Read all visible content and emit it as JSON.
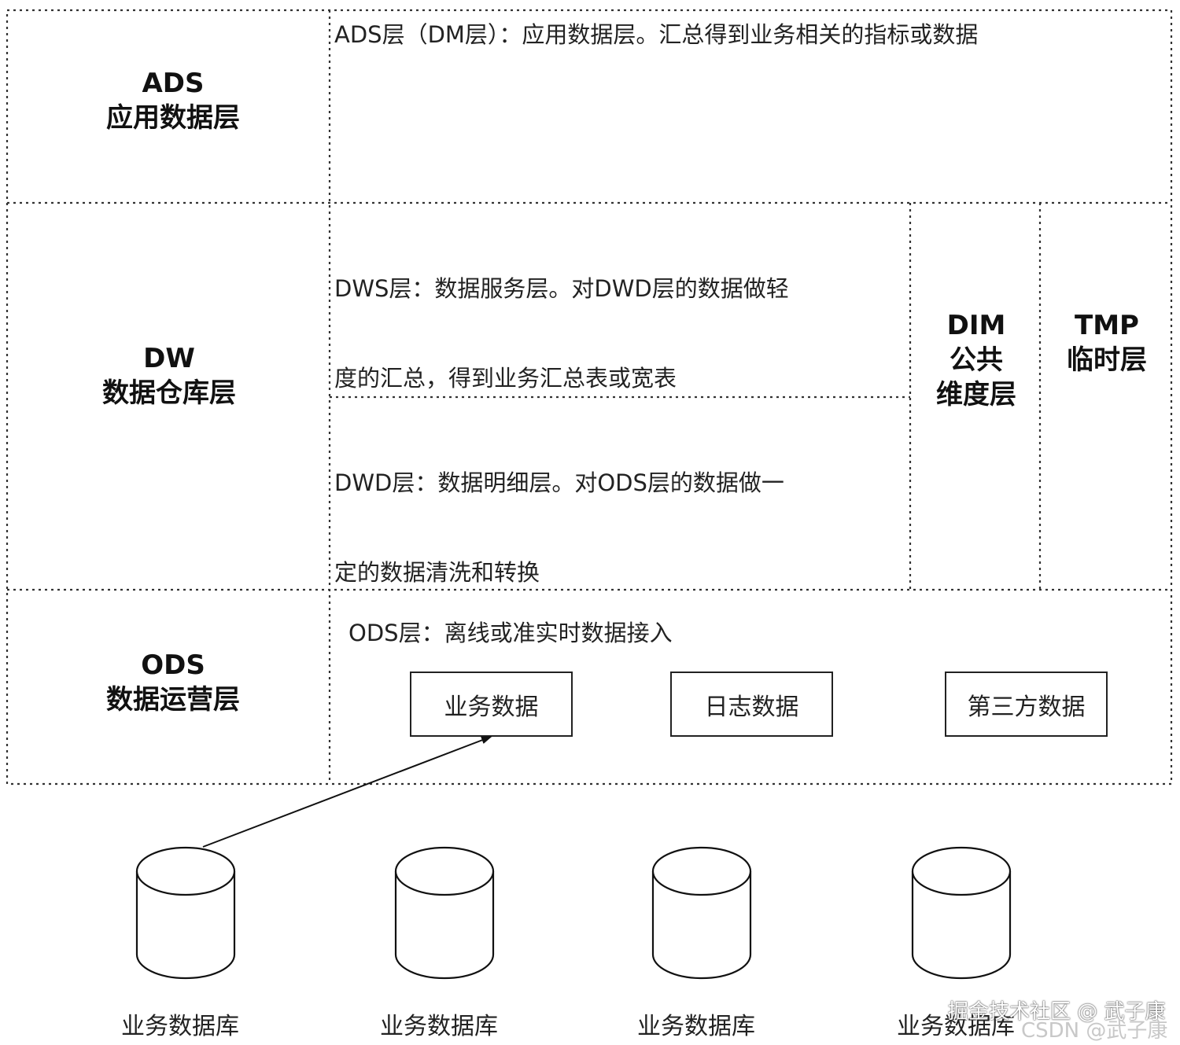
{
  "layers": {
    "ads": {
      "code": "ADS",
      "name": "应用数据层",
      "desc": "ADS层（DM层）：应用数据层。汇总得到业务相关的指标或数据"
    },
    "dw": {
      "code": "DW",
      "name": "数据仓库层"
    },
    "dws": {
      "desc_line1": "DWS层：数据服务层。对DWD层的数据做轻",
      "desc_line2": "度的汇总，得到业务汇总表或宽表"
    },
    "dwd": {
      "desc_line1": "DWD层：数据明细层。对ODS层的数据做一",
      "desc_line2": "定的数据清洗和转换"
    },
    "dim": {
      "code": "DIM",
      "name_line1": "公共",
      "name_line2": "维度层"
    },
    "tmp": {
      "code": "TMP",
      "name": "临时层"
    },
    "ods": {
      "code": "ODS",
      "name": "数据运营层",
      "desc": "ODS层：离线或准实时数据接入"
    }
  },
  "sources": [
    "业务数据",
    "日志数据",
    "第三方数据"
  ],
  "databases": [
    "业务数据库",
    "业务数据库",
    "业务数据库",
    "业务数据库"
  ],
  "watermarks": {
    "juejin": "掘金技术社区 @ 武子康",
    "csdn": "CSDN @武子康"
  },
  "colors": {
    "line": "#333333",
    "watermark": "#ffffff",
    "watermark2": "#bbbbbb"
  }
}
